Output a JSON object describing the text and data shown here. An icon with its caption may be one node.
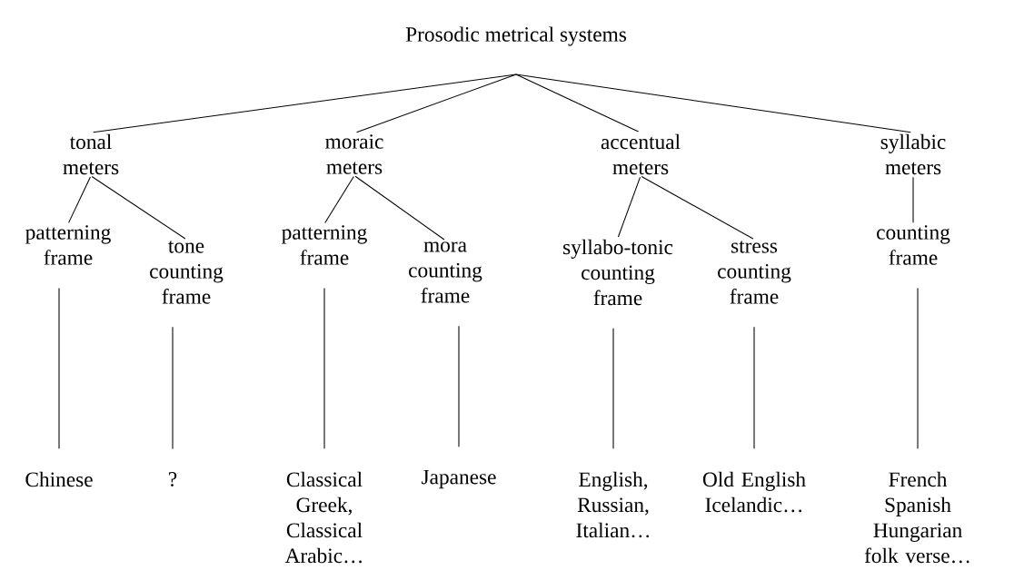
{
  "diagram": {
    "title": "Prosodic metrical systems",
    "nodes": [
      {
        "text": [
          "tonal meters"
        ]
      },
      {
        "text": [
          "moraic meters"
        ]
      },
      {
        "text": [
          "accentual meters"
        ]
      },
      {
        "text": [
          "syllabic meters"
        ]
      },
      {
        "text": [
          "patterning frame"
        ]
      },
      {
        "text": [
          "tone counting frame"
        ]
      },
      {
        "text": [
          "patterning frame"
        ]
      },
      {
        "text": [
          "mora counting frame"
        ]
      },
      {
        "text": [
          "syllabo-tonic counting frame"
        ]
      },
      {
        "text": [
          "stress counting frame"
        ]
      },
      {
        "text": [
          "counting frame"
        ]
      },
      {
        "text": [
          "Chinese"
        ]
      },
      {
        "text": [
          "?"
        ]
      },
      {
        "text": [
          "Classical Greek, Classical Arabic…"
        ]
      },
      {
        "text": [
          "Japanese"
        ]
      },
      {
        "text": [
          "English, Russian, Italian…"
        ]
      },
      {
        "text": [
          "Old English Icelandic…"
        ]
      },
      {
        "text": [
          "French Spanish Hungarian folk verse…"
        ]
      }
    ],
    "edges": [
      {
        "from": null,
        "to": 0,
        "arrow": "none"
      },
      {
        "from": null,
        "to": 1,
        "arrow": "none"
      },
      {
        "from": null,
        "to": 2,
        "arrow": "none"
      },
      {
        "from": null,
        "to": 3,
        "arrow": "none"
      },
      {
        "from": 0,
        "to": 4,
        "arrow": "none"
      },
      {
        "from": 0,
        "to": 5,
        "arrow": "none"
      },
      {
        "from": 1,
        "to": 6,
        "arrow": "none"
      },
      {
        "from": 1,
        "to": 7,
        "arrow": "none"
      },
      {
        "from": 2,
        "to": 8,
        "arrow": "none"
      },
      {
        "from": 2,
        "to": 9,
        "arrow": "none"
      },
      {
        "from": 3,
        "to": 10,
        "arrow": "none"
      },
      {
        "from": 4,
        "to": 11,
        "arrow": "none"
      },
      {
        "from": 5,
        "to": 12,
        "arrow": "none"
      },
      {
        "from": 6,
        "to": 13,
        "arrow": "none"
      },
      {
        "from": 7,
        "to": 14,
        "arrow": "none"
      },
      {
        "from": 8,
        "to": 15,
        "arrow": "none"
      },
      {
        "from": 9,
        "to": 16,
        "arrow": "none"
      },
      {
        "from": 10,
        "to": 17,
        "arrow": "none"
      }
    ]
  }
}
